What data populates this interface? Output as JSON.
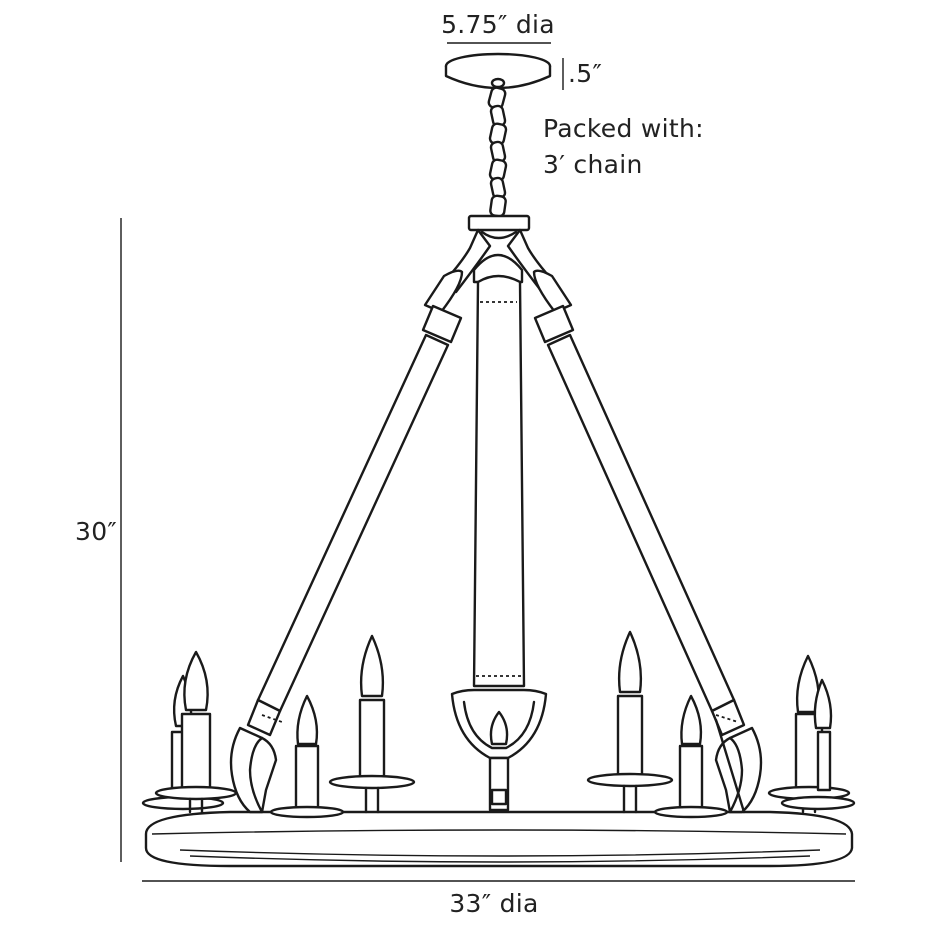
{
  "dimensions": {
    "canopy_diameter": "5.75″ dia",
    "canopy_height": ".5″",
    "packed_line_1": "Packed with:",
    "packed_line_2": "3′ chain",
    "overall_height": "30″",
    "overall_diameter": "33″ dia"
  },
  "colors": {
    "line": "#1a1a1a",
    "background": "#ffffff",
    "text": "#222222"
  },
  "icons": {
    "fixture": "chandelier-line-drawing"
  }
}
